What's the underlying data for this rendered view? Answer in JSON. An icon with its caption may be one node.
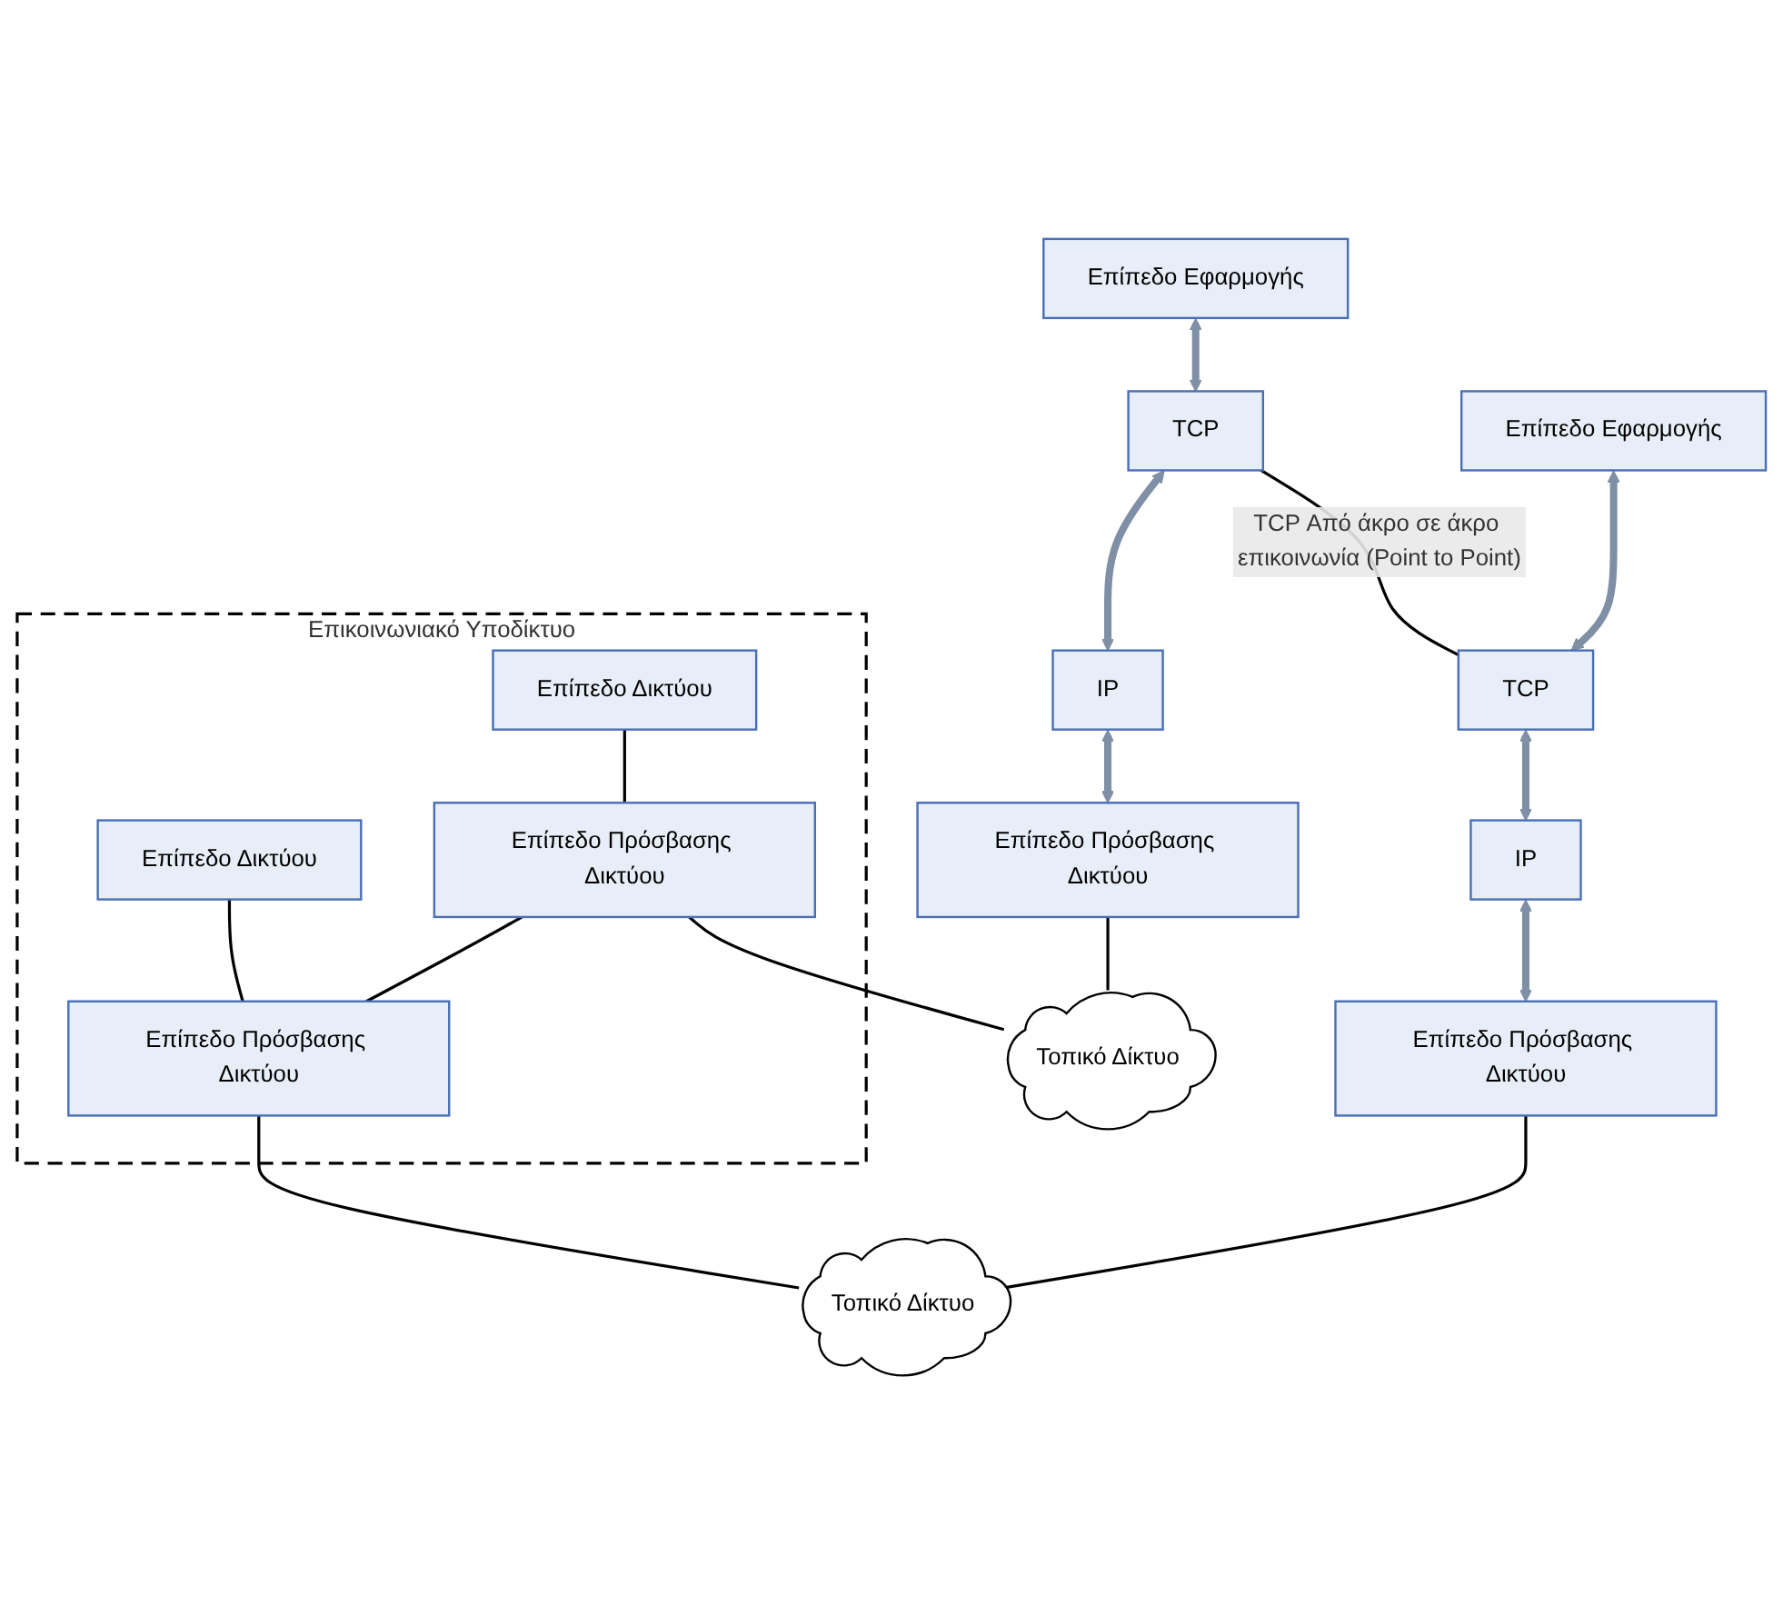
{
  "diagram": {
    "nodes": [
      {
        "text": [
          "Επίπεδο Εφαρμογής"
        ]
      },
      {
        "text": [
          "TCP"
        ]
      },
      {
        "text": [
          "IP"
        ]
      },
      {
        "text": [
          "Επίπεδο Πρόσβασης Δικτύου"
        ]
      },
      {
        "text": [
          "Επίπεδο Εφαρμογής"
        ]
      },
      {
        "text": [
          "TCP"
        ]
      },
      {
        "text": [
          "IP"
        ]
      },
      {
        "text": [
          "Επίπεδο Πρόσβασης Δικτύου"
        ]
      },
      {
        "text": [
          "Επικοινωνιακό Υποδίκτυο"
        ]
      },
      {
        "text": [
          "Επίπεδο Δικτύου"
        ],
        "in": 8
      },
      {
        "text": [
          "Επίπεδο Δικτύου"
        ],
        "in": 8
      },
      {
        "text": [
          "Επίπεδο Πρόσβασης Δικτύου"
        ],
        "in": 8
      },
      {
        "text": [
          "Επίπεδο Πρόσβασης Δικτύου"
        ],
        "in": 8
      },
      {
        "text": [
          "Τοπικό Δίκτυο"
        ]
      },
      {
        "text": [
          "Τοπικό Δίκτυο"
        ]
      }
    ],
    "edges": [
      {
        "from": 0,
        "to": 1,
        "arrow": "both",
        "style": "thick",
        "color": "#7f8fa6"
      },
      {
        "from": 1,
        "to": 2,
        "arrow": "both",
        "style": "thick",
        "color": "#7f8fa6"
      },
      {
        "from": 2,
        "to": 3,
        "arrow": "both",
        "style": "thick",
        "color": "#7f8fa6"
      },
      {
        "from": 4,
        "to": 5,
        "arrow": "both",
        "style": "thick",
        "color": "#7f8fa6"
      },
      {
        "from": 5,
        "to": 6,
        "arrow": "both",
        "style": "thick",
        "color": "#7f8fa6"
      },
      {
        "from": 6,
        "to": 7,
        "arrow": "both",
        "style": "thick",
        "color": "#7f8fa6"
      },
      {
        "from": 1,
        "to": 5,
        "arrow": "none",
        "label": "TCP Από άκρο σε άκρο επικοινωνία (Point to Point)"
      },
      {
        "from": 9,
        "to": 11,
        "arrow": "none"
      },
      {
        "from": 10,
        "to": 12,
        "arrow": "none"
      },
      {
        "from": 11,
        "to": 12,
        "arrow": "none"
      },
      {
        "from": 3,
        "to": 13,
        "arrow": "none"
      },
      {
        "from": 11,
        "to": 13,
        "arrow": "none"
      },
      {
        "from": 12,
        "to": 14,
        "arrow": "none"
      },
      {
        "from": 7,
        "to": 14,
        "arrow": "none"
      }
    ]
  }
}
